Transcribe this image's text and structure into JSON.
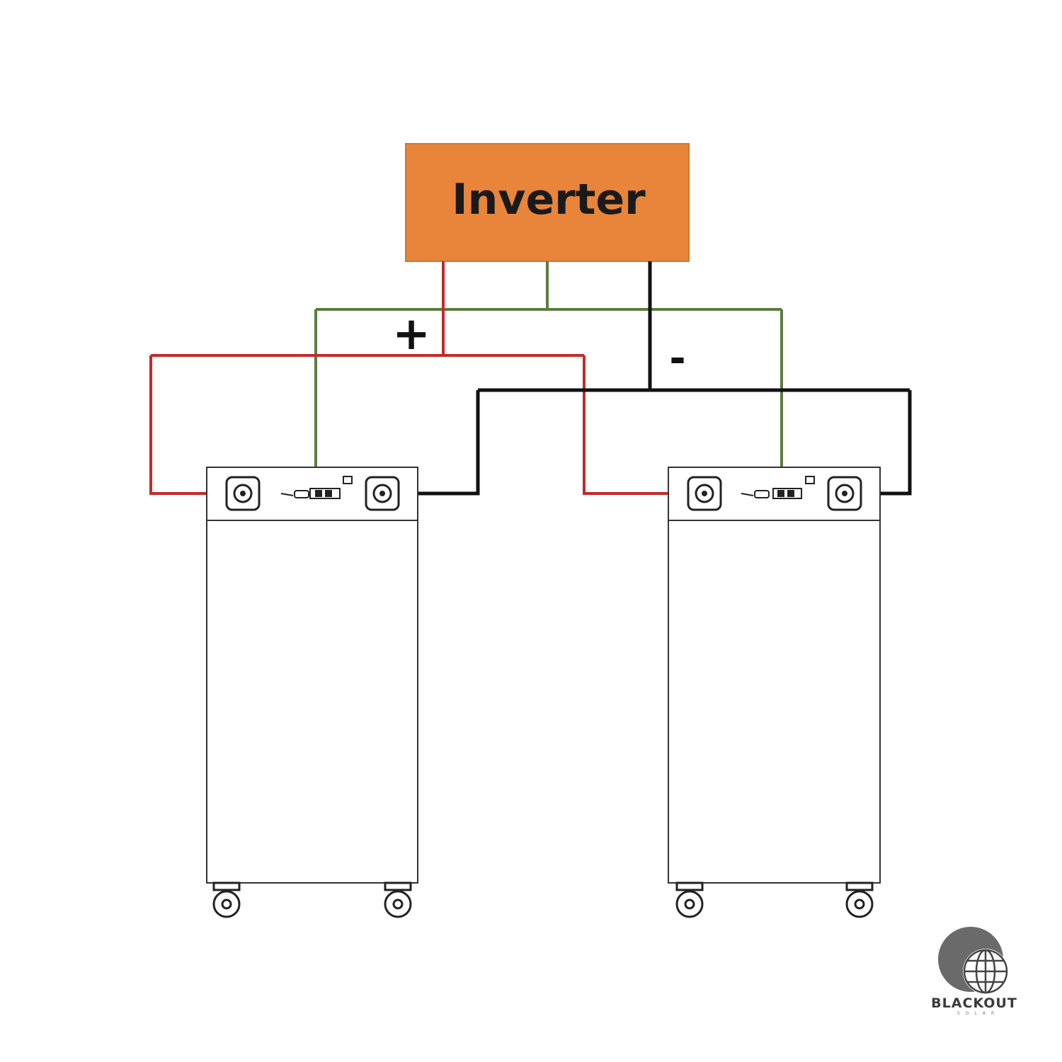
{
  "inverter": {
    "label": "Inverter"
  },
  "labels": {
    "positive": "+",
    "negative": "-"
  },
  "logo": {
    "name": "BLACKOUT",
    "sub": "SOLAR"
  },
  "colors": {
    "inverter_fill": "#E8853A",
    "positive_wire": "#C42A2A",
    "negative_wire": "#111111",
    "communication_wire": "#5A7D3E"
  },
  "icons": [
    "battery-cabinet",
    "terminal",
    "caster-wheel",
    "globe-logo"
  ]
}
